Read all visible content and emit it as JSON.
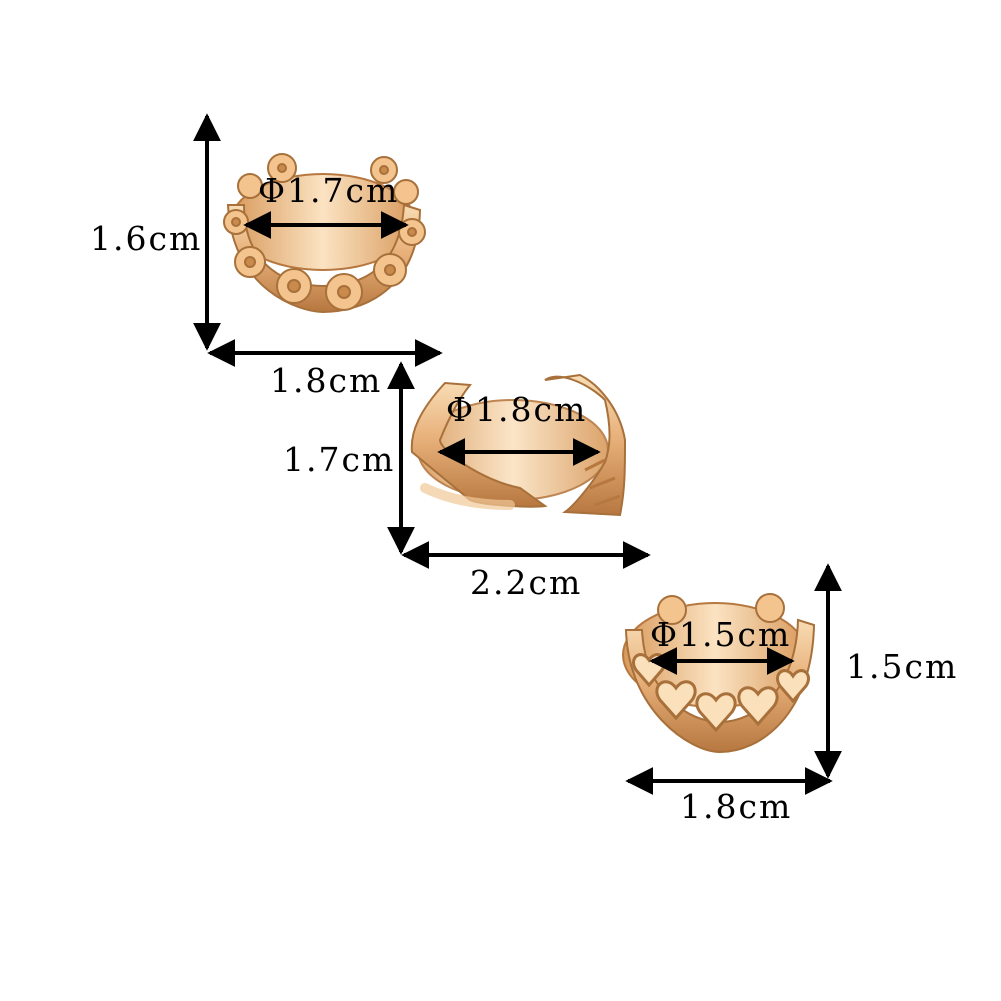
{
  "colors": {
    "gold": "#e8b07a",
    "gold_light": "#f8dcb4",
    "gold_dark": "#b77840",
    "ink": "#000000",
    "background": "#ffffff"
  },
  "rings": [
    {
      "style": "flower-band",
      "diameter_label": "Φ1.7cm",
      "height_label": "1.6cm",
      "width_label": "1.8cm"
    },
    {
      "style": "criss-cross-leaf",
      "diameter_label": "Φ1.8cm",
      "height_label": "1.7cm",
      "width_label": "2.2cm"
    },
    {
      "style": "heart-band",
      "diameter_label": "Φ1.5cm",
      "height_label": "1.5cm",
      "width_label": "1.8cm"
    }
  ]
}
